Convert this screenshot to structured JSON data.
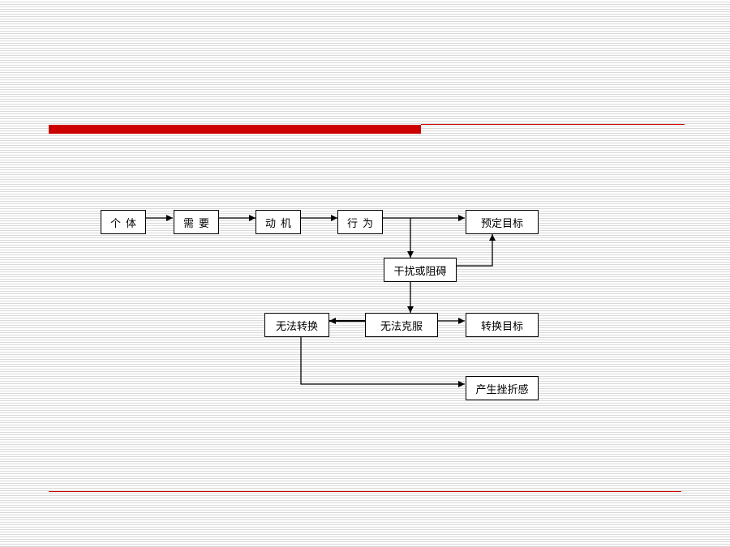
{
  "colors": {
    "accent_red": "#cc0000",
    "line_black": "#000000"
  },
  "diagram": {
    "nodes": {
      "individual": "个体",
      "need": "需要",
      "motive": "动机",
      "behavior": "行为",
      "goal": "预定目标",
      "obstacle": "干扰或阻碍",
      "cannot_overcome": "无法克服",
      "cannot_convert": "无法转换",
      "convert_goal": "转换目标",
      "frustration": "产生挫折感"
    },
    "edges": [
      {
        "from": "individual",
        "to": "need"
      },
      {
        "from": "need",
        "to": "motive"
      },
      {
        "from": "motive",
        "to": "behavior"
      },
      {
        "from": "behavior",
        "to": "goal"
      },
      {
        "from": "behavior",
        "to": "obstacle"
      },
      {
        "from": "obstacle",
        "to": "goal"
      },
      {
        "from": "obstacle",
        "to": "cannot_overcome"
      },
      {
        "from": "cannot_overcome",
        "to": "cannot_convert"
      },
      {
        "from": "cannot_overcome",
        "to": "convert_goal"
      },
      {
        "from": "cannot_convert",
        "to": "frustration"
      }
    ]
  }
}
